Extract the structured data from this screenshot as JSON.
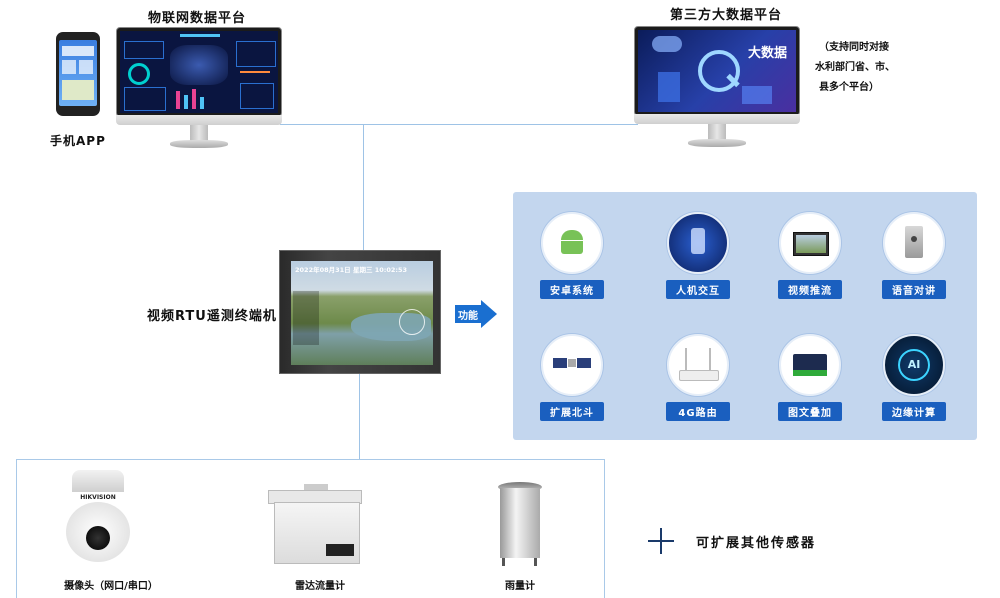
{
  "top": {
    "iot_platform_title": "物联网数据平台",
    "third_party_title": "第三方大数据平台",
    "third_party_note": [
      "（支持同时对接",
      "水利部门省、市、",
      "县多个平台）"
    ],
    "mobile_app_label": "手机APP",
    "big_data_screen_text": "大数据"
  },
  "rtu": {
    "label": "视频RTU遥测终端机",
    "screen_datetime": "2022年08月31日  星期三  10:02:53",
    "arrow_label": "功能"
  },
  "functions": [
    {
      "label": "安卓系统",
      "icon": "android-icon"
    },
    {
      "label": "人机交互",
      "icon": "touch-interaction-icon"
    },
    {
      "label": "视频推流",
      "icon": "video-stream-icon"
    },
    {
      "label": "语音对讲",
      "icon": "intercom-icon"
    },
    {
      "label": "扩展北斗",
      "icon": "satellite-icon"
    },
    {
      "label": "4G路由",
      "icon": "router-icon"
    },
    {
      "label": "图文叠加",
      "icon": "overlay-device-icon"
    },
    {
      "label": "边缘计算",
      "icon": "ai-chip-icon"
    }
  ],
  "sensors": [
    {
      "label": "摄像头（网口/串口）",
      "icon": "ptz-camera-icon",
      "brand": "HIKVISION"
    },
    {
      "label": "雷达流量计",
      "icon": "radar-flowmeter-icon"
    },
    {
      "label": "雨量计",
      "icon": "rain-gauge-icon"
    }
  ],
  "expand_text": "可扩展其他传感器",
  "colors": {
    "panel_bg": "#c3d6ee",
    "label_bg": "#1a5fbf",
    "arrow": "#1a6fd0",
    "connector": "#9ec3e6"
  }
}
